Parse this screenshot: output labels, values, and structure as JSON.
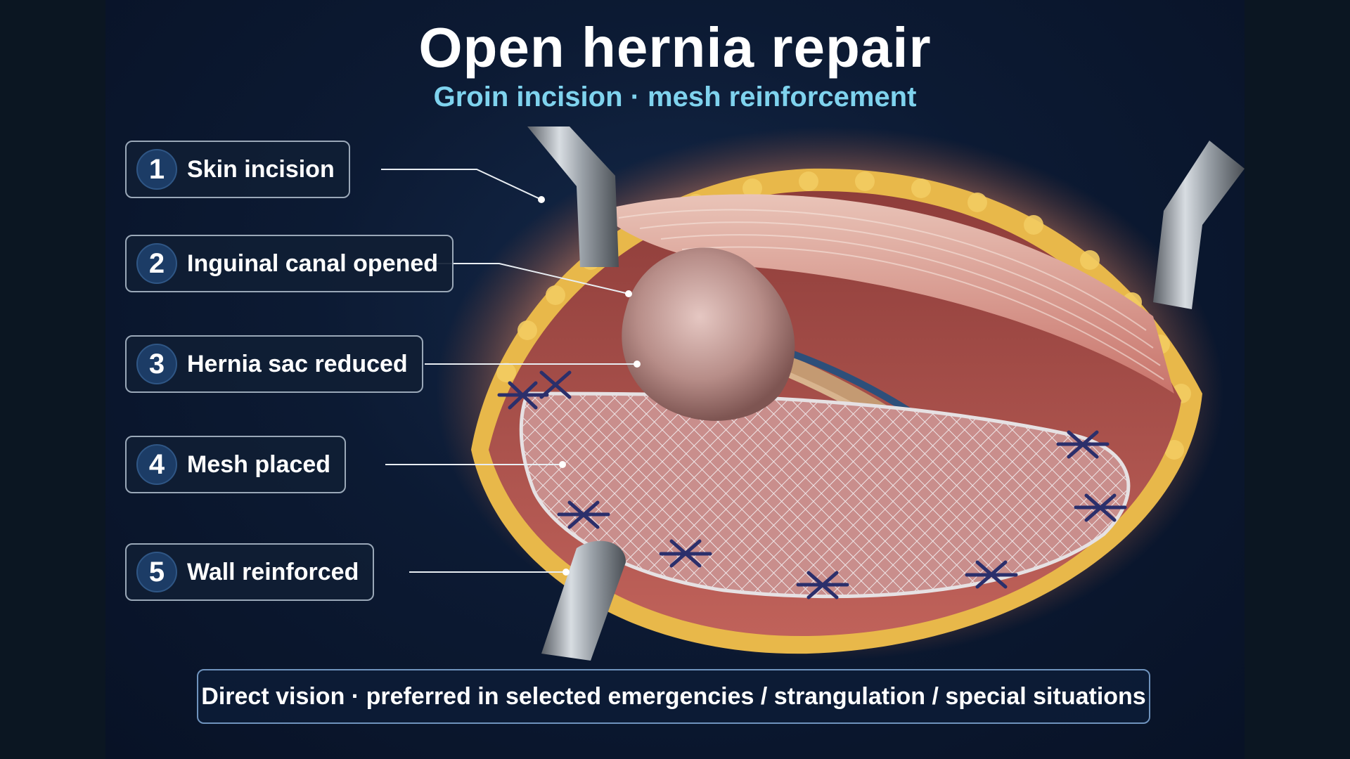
{
  "title": "Open hernia repair",
  "subtitle": "Groin incision · mesh reinforcement",
  "labels": [
    {
      "number": "1",
      "text": "Skin incision"
    },
    {
      "number": "2",
      "text": "Inguinal canal opened"
    },
    {
      "number": "3",
      "text": "Hernia sac reduced"
    },
    {
      "number": "4",
      "text": "Mesh placed"
    },
    {
      "number": "5",
      "text": "Wall reinforced"
    }
  ],
  "footer": "Direct vision · preferred in selected emergencies / strangulation / special situations",
  "colors": {
    "background": "#0c1a33",
    "title": "#ffffff",
    "subtitle": "#7fd3ee",
    "badge": "#1c3c66",
    "tissue": "#c9655c",
    "fat": "#e8b84a",
    "mesh": "#d9d4d6",
    "suture": "#2b2f6b"
  }
}
